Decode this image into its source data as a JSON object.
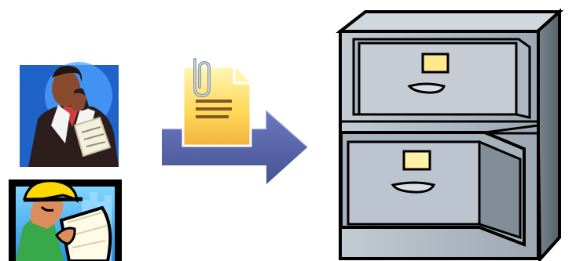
{
  "diagram": {
    "nodes": [
      {
        "id": "businessman",
        "icon": "businessman-on-phone-icon",
        "background": "#1f63c9"
      },
      {
        "id": "construction-worker",
        "icon": "construction-worker-with-blueprint-icon",
        "background": "#3fa7f3"
      },
      {
        "id": "document",
        "icon": "paperclip-document-icon",
        "color": "#ffd84a"
      },
      {
        "id": "filing-cabinet",
        "icon": "filing-cabinet-icon",
        "color": "#8f9aa7"
      }
    ],
    "edges": [
      {
        "from": "document",
        "to": "filing-cabinet",
        "icon": "right-arrow-icon",
        "color": "#515ea6"
      }
    ]
  }
}
